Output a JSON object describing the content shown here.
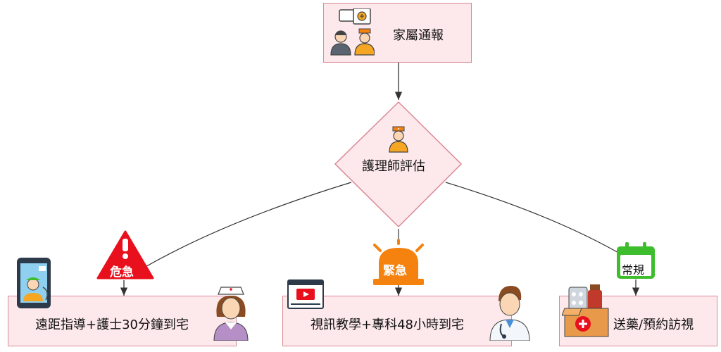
{
  "nodes": {
    "family_report": "家屬通報",
    "nurse_eval": "護理師評估",
    "danger_action": "遠距指導+護士30分鐘到宅",
    "urgent_action": "視訊教學+專科48小時到宅",
    "routine_action": "送藥/預約訪視"
  },
  "badges": {
    "danger": "危急",
    "urgent": "緊急",
    "routine": "常規"
  },
  "colors": {
    "box_fill": "#fde9ec",
    "box_border": "#d98a96",
    "danger": "#e8101c",
    "urgent": "#f5820f",
    "routine": "#3ebd2d"
  }
}
